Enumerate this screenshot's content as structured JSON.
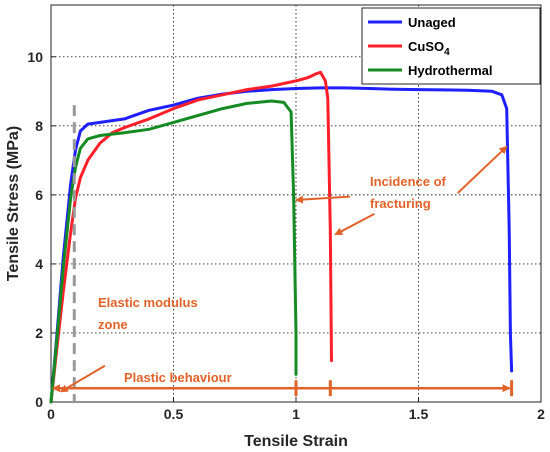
{
  "chart_data": {
    "type": "line",
    "xlabel": "Tensile Strain",
    "ylabel": "Tensile Stress (MPa)",
    "xlim": [
      0,
      2
    ],
    "ylim": [
      0,
      11.5
    ],
    "xticks": [
      0,
      0.5,
      1,
      1.5,
      2
    ],
    "xtick_labels": [
      "0",
      "0.5",
      "1",
      "1.5",
      "2"
    ],
    "yticks": [
      0,
      2,
      4,
      6,
      8,
      10
    ],
    "ytick_labels": [
      "0",
      "2",
      "4",
      "6",
      "8",
      "10"
    ],
    "grid": true,
    "legend_position": "top-right",
    "colors": {
      "unaged": "#1f1fff",
      "cuso4": "#ff1f2a",
      "hydrothermal": "#168b23",
      "annotation": "#e2632a",
      "modulus_line": "#999999"
    },
    "series": [
      {
        "name": "Unaged",
        "color": "#1f1fff",
        "x": [
          0,
          0.02,
          0.05,
          0.08,
          0.1,
          0.12,
          0.15,
          0.2,
          0.3,
          0.4,
          0.5,
          0.6,
          0.7,
          0.8,
          0.9,
          1.0,
          1.1,
          1.2,
          1.3,
          1.4,
          1.5,
          1.6,
          1.7,
          1.8,
          1.84,
          1.86,
          1.87,
          1.875,
          1.88
        ],
        "y": [
          0,
          1.6,
          4.2,
          6.3,
          7.3,
          7.85,
          8.05,
          8.1,
          8.2,
          8.45,
          8.6,
          8.8,
          8.92,
          9.0,
          9.05,
          9.08,
          9.1,
          9.1,
          9.08,
          9.06,
          9.05,
          9.04,
          9.03,
          9.0,
          8.9,
          8.5,
          5.0,
          2.0,
          0.9
        ]
      },
      {
        "name": "CuSO",
        "subscript": "4",
        "color": "#ff1f2a",
        "x": [
          0,
          0.02,
          0.05,
          0.08,
          0.1,
          0.12,
          0.15,
          0.2,
          0.25,
          0.3,
          0.4,
          0.5,
          0.6,
          0.7,
          0.8,
          0.9,
          1.0,
          1.05,
          1.08,
          1.1,
          1.12,
          1.13,
          1.14,
          1.145
        ],
        "y": [
          0,
          1.3,
          3.2,
          4.9,
          5.9,
          6.5,
          7.0,
          7.5,
          7.8,
          7.95,
          8.2,
          8.5,
          8.75,
          8.9,
          9.05,
          9.15,
          9.3,
          9.4,
          9.5,
          9.55,
          9.3,
          8.8,
          5.0,
          1.2
        ]
      },
      {
        "name": "Hydrothermal",
        "color": "#168b23",
        "x": [
          0,
          0.02,
          0.05,
          0.08,
          0.1,
          0.12,
          0.15,
          0.2,
          0.3,
          0.4,
          0.5,
          0.6,
          0.7,
          0.8,
          0.9,
          0.95,
          0.98,
          0.99,
          1.0,
          1.0
        ],
        "y": [
          0,
          1.5,
          3.9,
          5.9,
          6.8,
          7.35,
          7.62,
          7.72,
          7.8,
          7.9,
          8.1,
          8.3,
          8.5,
          8.65,
          8.72,
          8.68,
          8.4,
          6.0,
          2.0,
          0.8
        ]
      }
    ],
    "annotations": {
      "elastic_modulus": {
        "line1": "Elastic modulus",
        "line2": "zone",
        "line_x": 0.095,
        "line_y_top": 8.6,
        "arrow_from": [
          0.22,
          1.05
        ],
        "arrow_to": [
          0.04,
          0.3
        ]
      },
      "fracturing": {
        "line1": "Incidence of",
        "line2": "fracturing",
        "arrow1_from": [
          1.22,
          5.95
        ],
        "arrow1_to": [
          1.0,
          5.85
        ],
        "arrow2_from": [
          1.32,
          5.45
        ],
        "arrow2_to": [
          1.16,
          4.85
        ],
        "arrow3_from": [
          1.66,
          6.05
        ],
        "arrow3_to": [
          1.86,
          7.4
        ]
      },
      "plastic": {
        "label": "Plastic behaviour",
        "arrow_y": 0.4,
        "arrow_x_start": 0.0,
        "arrow_x_end": 1.88,
        "ticks_x": [
          1.0,
          1.14,
          1.88
        ]
      }
    }
  }
}
